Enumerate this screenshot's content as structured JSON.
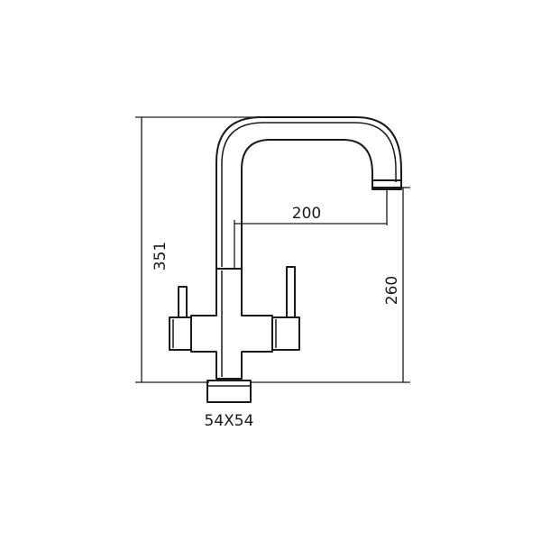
{
  "drawing": {
    "dimensions": {
      "total_height": "351",
      "spout_height": "260",
      "spout_reach": "200",
      "base_size": "54X54"
    }
  }
}
